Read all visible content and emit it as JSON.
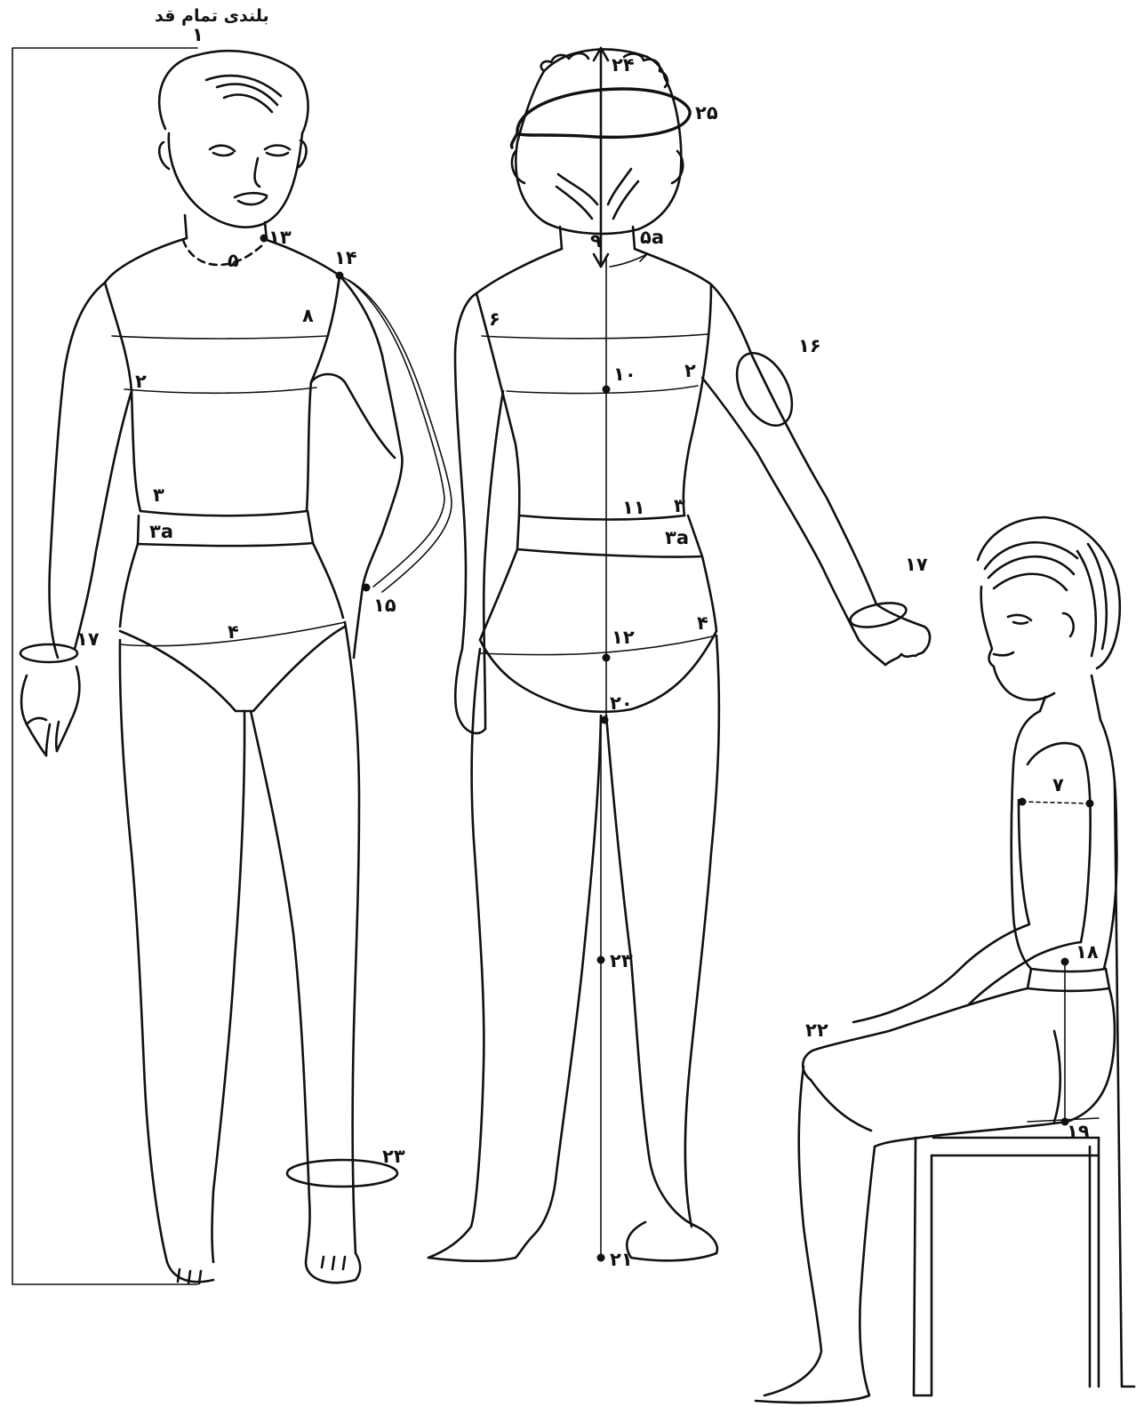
{
  "title": "بلندی تمام قد",
  "labels": {
    "l1": "۱",
    "l2_front": "۲",
    "l2_back": "۲",
    "l3_front": "۳",
    "l3a_front": "۳a",
    "l3_back": "۳",
    "l3a_back": "۳a",
    "l4_front": "۴",
    "l4_back": "۴",
    "l5": "۵",
    "l5a": "۵a",
    "l6": "۶",
    "l7": "۷",
    "l8": "۸",
    "l9": "۹",
    "l10": "۱۰",
    "l11": "۱۱",
    "l12": "۱۲",
    "l13": "۱۳",
    "l14": "۱۴",
    "l15": "۱۵",
    "l16": "۱۶",
    "l17_front": "۱۷",
    "l17_back": "۱۷",
    "l18": "۱۸",
    "l19": "۱۹",
    "l20": "۲۰",
    "l21": "۲۱",
    "l22": "۲۲",
    "l23_front": "۲۳",
    "l23_back": "۲۳",
    "l24": "۲۴",
    "l25": "۲۵"
  },
  "colors": {
    "ink": "#111111",
    "background": "#ffffff"
  }
}
